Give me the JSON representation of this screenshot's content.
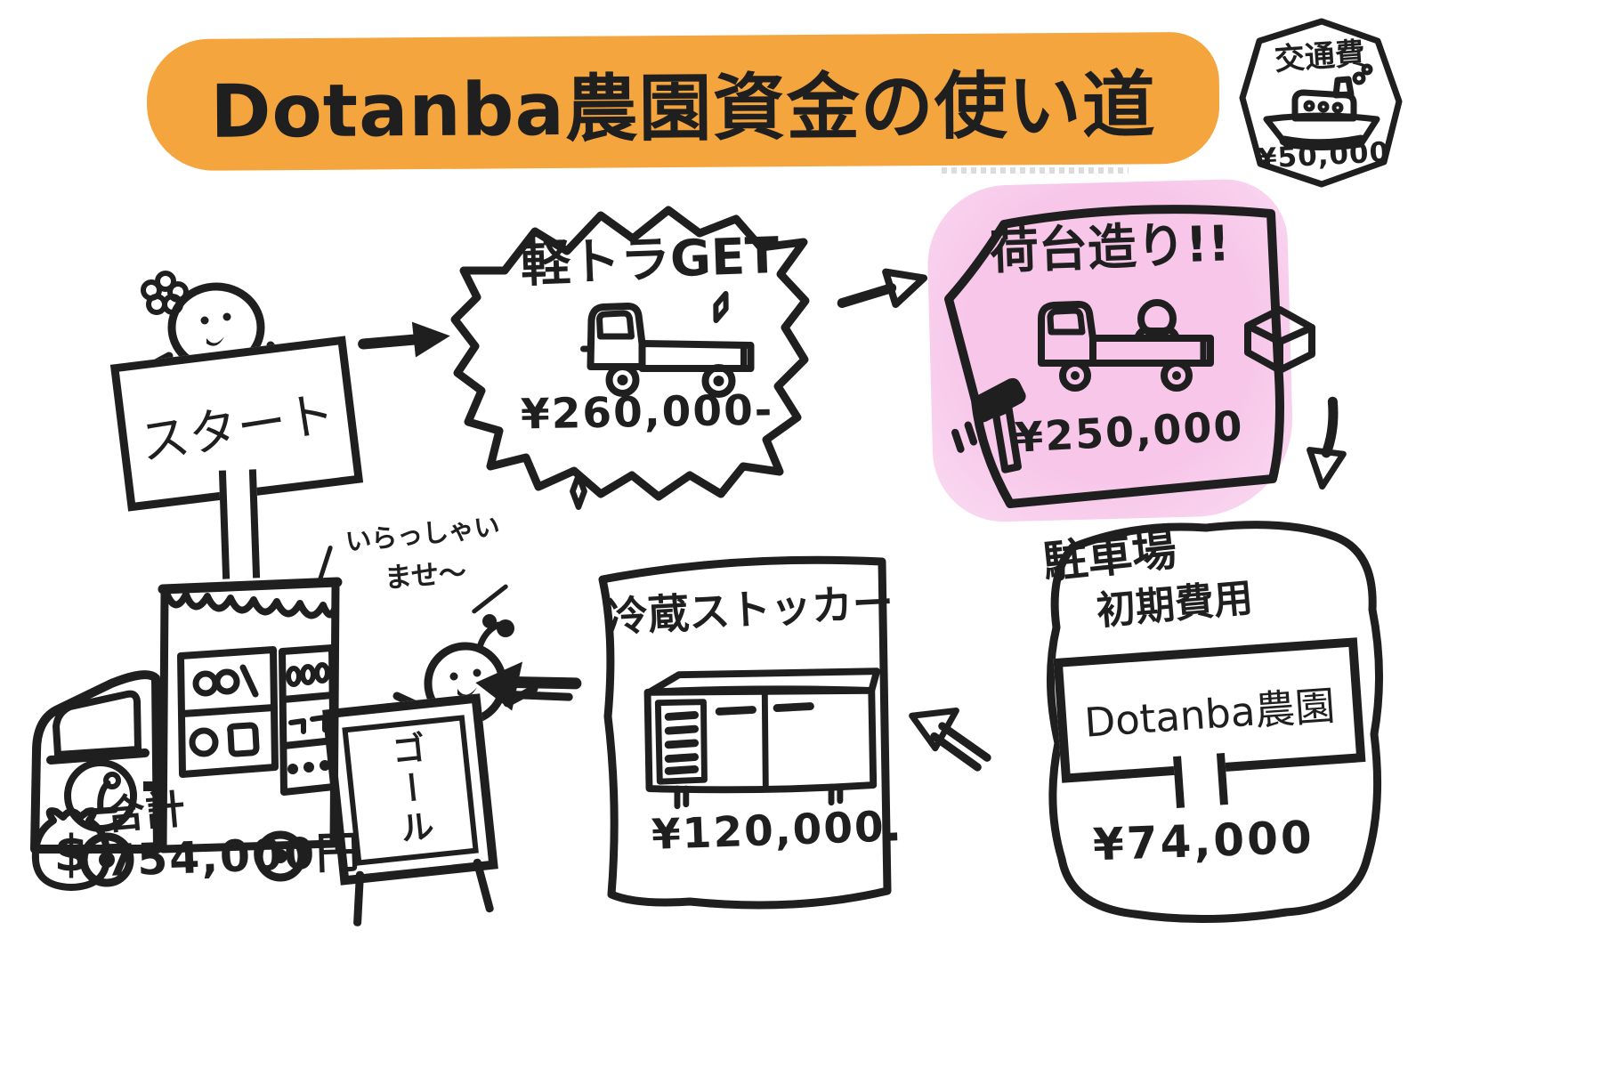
{
  "title": "Dotanba農園資金の使い道",
  "colors": {
    "highlight_orange": "#F4A53D",
    "highlight_pink": "#F8CBEA",
    "ink": "#1f1f1f",
    "background": "#ffffff"
  },
  "transport": {
    "label": "交通費",
    "amount": "¥50,000",
    "icon": "boat-icon"
  },
  "flow": {
    "start": {
      "label": "スタート",
      "icon": "person-flower-icon"
    },
    "keitruck": {
      "label": "軽トラGET",
      "amount": "¥260,000-",
      "icon": "kei-truck-icon"
    },
    "cargo_bed": {
      "label": "荷台造り!!",
      "amount": "¥250,000",
      "icons": [
        "hammer-icon",
        "truck-bed-person-icon",
        "box-icon"
      ]
    },
    "parking": {
      "label_line1": "駐車場",
      "label_line2": "初期費用",
      "sign_text": "Dotanba農園",
      "amount": "¥74,000",
      "icon": "farm-sign-icon"
    },
    "fridge": {
      "label": "冷蔵ストッカー",
      "amount": "¥120,000.",
      "icon": "fridge-stocker-icon"
    },
    "goal": {
      "greeting_line1": "いらっしゃい",
      "greeting_line2": "ませ〜",
      "sign_text": "ゴール",
      "icons": [
        "sprout-person-icon",
        "food-truck-icon"
      ]
    }
  },
  "total": {
    "label": "合計",
    "amount": "754,000円",
    "icon": "money-bag-icon",
    "icon_symbol": "$"
  }
}
